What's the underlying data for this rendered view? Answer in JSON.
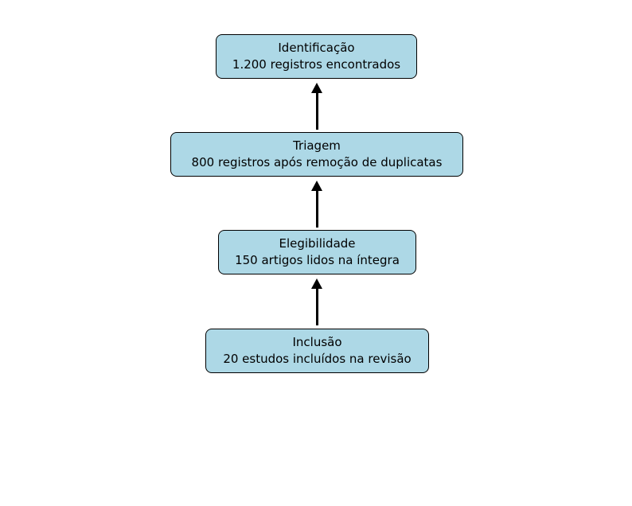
{
  "diagram": {
    "type": "flowchart",
    "direction": "bottom-to-top arrows, top-to-bottom reading order",
    "colors": {
      "box_fill": "#add8e6",
      "box_border": "#000000",
      "arrow": "#000000",
      "text": "#000000",
      "background": "#ffffff"
    },
    "boxes": [
      {
        "id": "identificacao",
        "title": "Identificação",
        "subtitle": "1.200 registros encontrados"
      },
      {
        "id": "triagem",
        "title": "Triagem",
        "subtitle": "800 registros após remoção de duplicatas"
      },
      {
        "id": "elegibilidade",
        "title": "Elegibilidade",
        "subtitle": "150 artigos lidos na íntegra"
      },
      {
        "id": "inclusao",
        "title": "Inclusão",
        "subtitle": "20 estudos incluídos na revisão"
      }
    ],
    "arrows": [
      {
        "from": "triagem",
        "to": "identificacao",
        "direction": "up"
      },
      {
        "from": "elegibilidade",
        "to": "triagem",
        "direction": "up"
      },
      {
        "from": "inclusao",
        "to": "elegibilidade",
        "direction": "up"
      }
    ]
  }
}
